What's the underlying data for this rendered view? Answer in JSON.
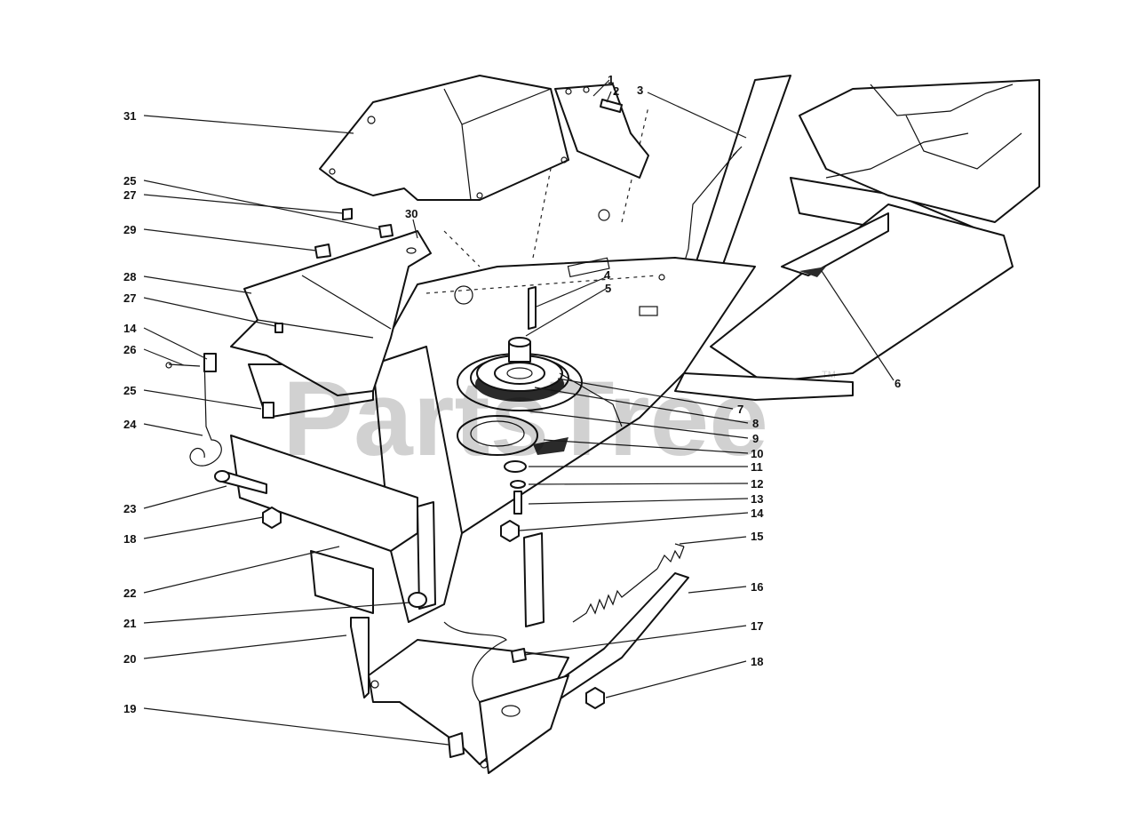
{
  "diagram": {
    "callouts": [
      "1",
      "2",
      "3",
      "4",
      "5",
      "6",
      "7",
      "8",
      "9",
      "10",
      "11",
      "12",
      "13",
      "14",
      "15",
      "16",
      "17",
      "18",
      "19",
      "20",
      "21",
      "22",
      "23",
      "18",
      "24",
      "25",
      "14",
      "26",
      "27",
      "28",
      "29",
      "27",
      "25",
      "30",
      "31"
    ]
  },
  "watermark": {
    "text": "PartsTree",
    "trademark": "TM"
  }
}
